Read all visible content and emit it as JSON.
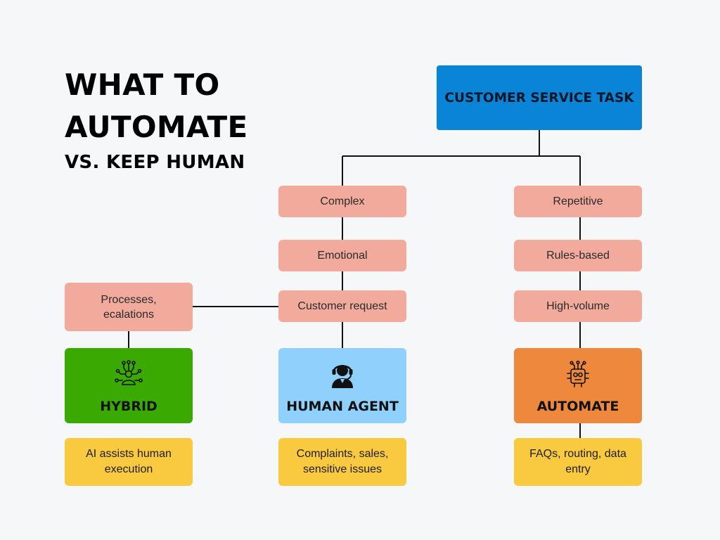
{
  "title": {
    "line1": "WHAT TO",
    "line2": "AUTOMATE",
    "subtitle": "VS. KEEP HUMAN"
  },
  "root": "CUSTOMER SERVICE TASK",
  "human_branch": {
    "attributes": [
      "Complex",
      "Emotional",
      "Customer request"
    ],
    "outcome": {
      "label": "HUMAN AGENT",
      "icon": "headset-agent-icon",
      "color": "#8fd0fd"
    },
    "description": "Complaints, sales, sensitive issues"
  },
  "automate_branch": {
    "attributes": [
      "Repetitive",
      "Rules-based",
      "High-volume"
    ],
    "outcome": {
      "label": "AUTOMATE",
      "icon": "robot-icon",
      "color": "#ee883c"
    },
    "description": "FAQs, routing, data entry"
  },
  "hybrid_branch": {
    "attribute": "Processes, ecalations",
    "outcome": {
      "label": "HYBRID",
      "icon": "network-person-icon",
      "color": "#3aaa02"
    },
    "description": "AI assists human execution"
  },
  "colors": {
    "background": "#f6f7f9",
    "root": "#0a84d6",
    "attribute": "#f2aa9c",
    "description": "#f9c940",
    "connector": "#111111"
  }
}
